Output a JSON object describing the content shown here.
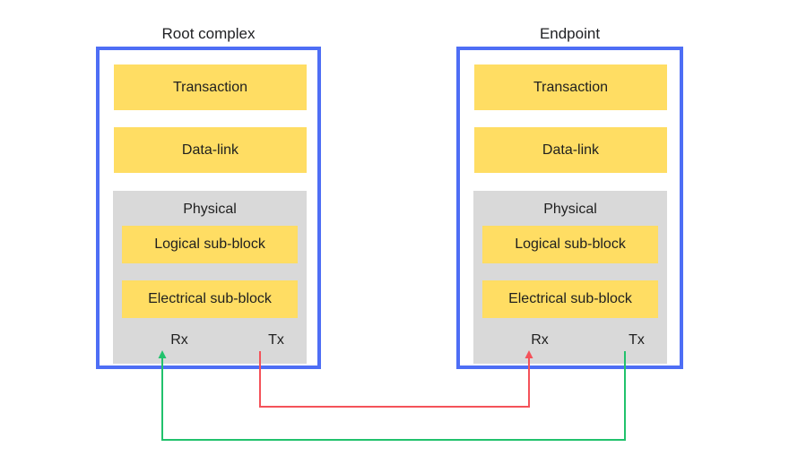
{
  "diagram": {
    "title_visible": false,
    "background": "#ffffff",
    "colors": {
      "device_border": "#4e6ef5",
      "layer_fill": "#ffdd63",
      "physical_fill": "#d9d9d9",
      "tx_link": "#21c26c",
      "rx_link": "#f4525a",
      "text": "#1f1f1f"
    }
  },
  "devices": [
    {
      "key": "root",
      "title": "Root complex",
      "layers": [
        {
          "key": "transaction",
          "label": "Transaction"
        },
        {
          "key": "datalink",
          "label": "Data-link"
        }
      ],
      "physical": {
        "label": "Physical",
        "subblocks": [
          {
            "key": "logical",
            "label": "Logical sub-block"
          },
          {
            "key": "electrical",
            "label": "Electrical sub-block"
          }
        ],
        "ports": [
          {
            "key": "rx",
            "label": "Rx",
            "direction": "in"
          },
          {
            "key": "tx",
            "label": "Tx",
            "direction": "out"
          }
        ]
      }
    },
    {
      "key": "endpoint",
      "title": "Endpoint",
      "layers": [
        {
          "key": "transaction",
          "label": "Transaction"
        },
        {
          "key": "datalink",
          "label": "Data-link"
        }
      ],
      "physical": {
        "label": "Physical",
        "subblocks": [
          {
            "key": "logical",
            "label": "Logical sub-block"
          },
          {
            "key": "electrical",
            "label": "Electrical sub-block"
          }
        ],
        "ports": [
          {
            "key": "rx",
            "label": "Rx",
            "direction": "in"
          },
          {
            "key": "tx",
            "label": "Tx",
            "direction": "out"
          }
        ]
      }
    }
  ],
  "links": [
    {
      "key": "endpoint-tx-to-root-rx",
      "color": "#21c26c",
      "from": "endpoint.tx",
      "to": "root.rx",
      "arrow_at": "root.rx"
    },
    {
      "key": "root-tx-to-endpoint-rx",
      "color": "#f4525a",
      "from": "root.tx",
      "to": "endpoint.rx",
      "arrow_at": "endpoint.rx"
    }
  ]
}
